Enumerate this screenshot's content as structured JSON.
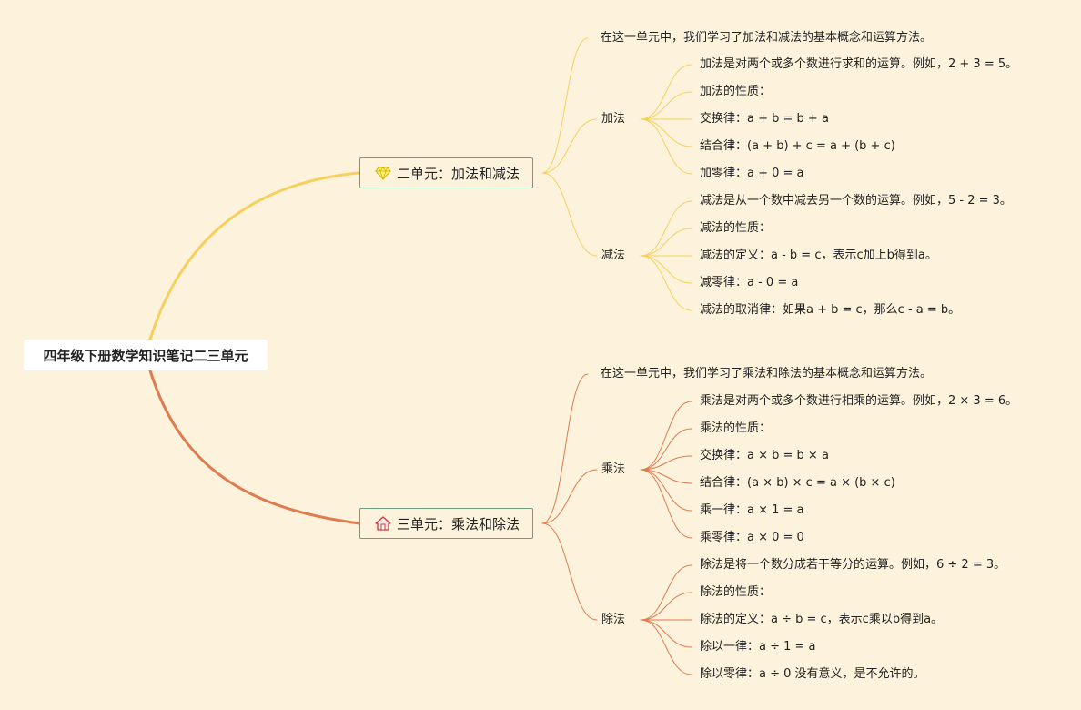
{
  "root": {
    "label": "四年级下册数学知识笔记二三单元"
  },
  "branches": [
    {
      "label": "二单元：加法和减法",
      "icon": "gem-icon",
      "color": "#f6cf5d",
      "intro": "在这一单元中，我们学习了加法和减法的基本概念和运算方法。",
      "topics": [
        {
          "label": "加法",
          "items": [
            "加法是对两个或多个数进行求和的运算。例如，2 + 3 = 5。",
            "加法的性质：",
            "交换律：a + b = b + a",
            "结合律：(a + b) + c = a + (b + c)",
            "加零律：a + 0 = a"
          ]
        },
        {
          "label": "减法",
          "items": [
            "减法是从一个数中减去另一个数的运算。例如，5 - 2 = 3。",
            "减法的性质：",
            "减法的定义：a - b = c，表示c加上b得到a。",
            "减零律：a - 0 = a",
            "减法的取消律：如果a + b = c，那么c - a = b。"
          ]
        }
      ]
    },
    {
      "label": "三单元：乘法和除法",
      "icon": "house-icon",
      "color": "#e07a4f",
      "intro": "在这一单元中，我们学习了乘法和除法的基本概念和运算方法。",
      "topics": [
        {
          "label": "乘法",
          "items": [
            "乘法是对两个或多个数进行相乘的运算。例如，2 × 3 = 6。",
            "乘法的性质：",
            "交换律：a × b = b × a",
            "结合律：(a × b) × c = a × (b × c)",
            "乘一律：a × 1 = a",
            "乘零律：a × 0 = 0"
          ]
        },
        {
          "label": "除法",
          "items": [
            "除法是将一个数分成若干等分的运算。例如，6 ÷ 2 = 3。",
            "除法的性质：",
            "除法的定义：a ÷ b = c，表示c乘以b得到a。",
            "除以一律：a ÷ 1 = a",
            "除以零律：a ÷ 0 没有意义，是不允许的。"
          ]
        }
      ]
    }
  ]
}
